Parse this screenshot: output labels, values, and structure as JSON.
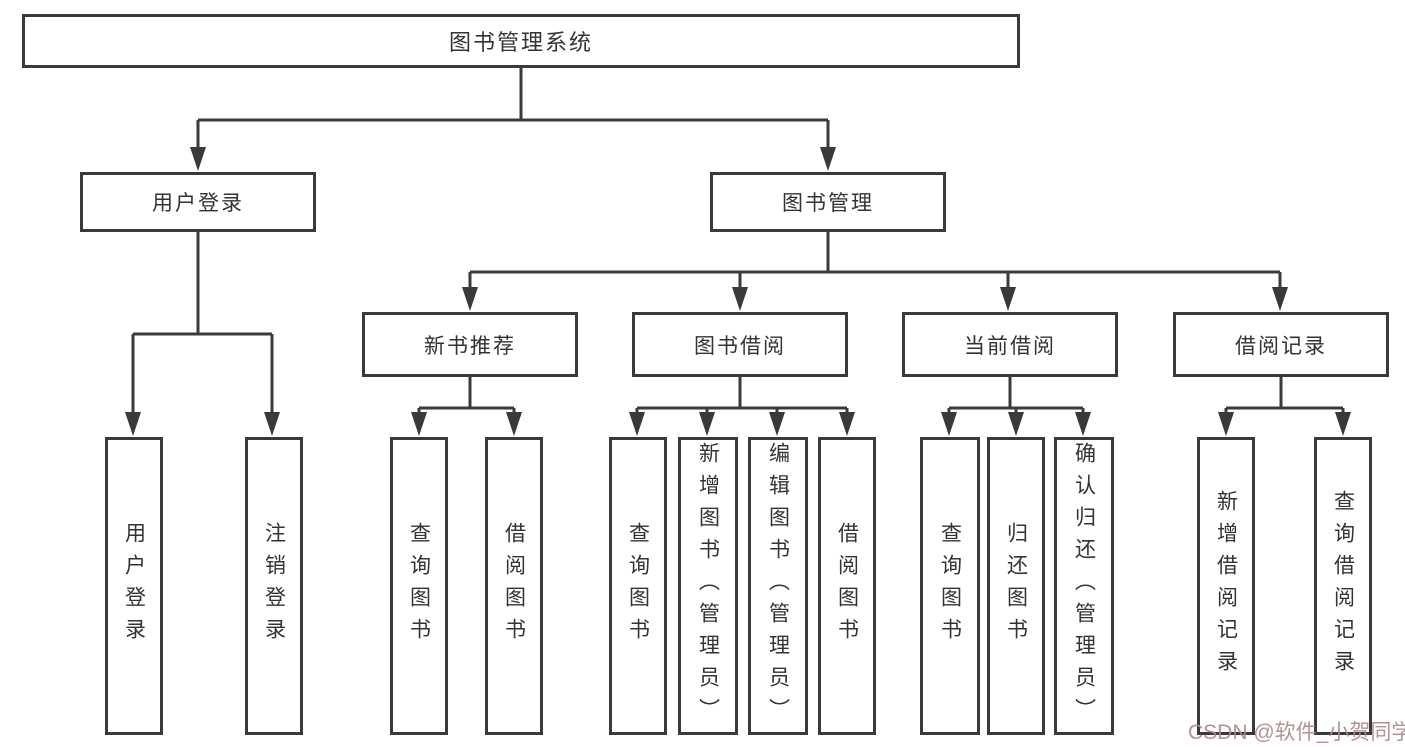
{
  "diagram": {
    "title": "图书管理系统",
    "branches": [
      {
        "label": "用户登录",
        "children": [
          {
            "label": "用户登录"
          },
          {
            "label": "注销登录"
          }
        ]
      },
      {
        "label": "图书管理",
        "children": [
          {
            "label": "新书推荐",
            "children": [
              {
                "label": "查询图书"
              },
              {
                "label": "借阅图书"
              }
            ]
          },
          {
            "label": "图书借阅",
            "children": [
              {
                "label": "查询图书"
              },
              {
                "label": "新增图书（管理员）"
              },
              {
                "label": "编辑图书（管理员）"
              },
              {
                "label": "借阅图书"
              }
            ]
          },
          {
            "label": "当前借阅",
            "children": [
              {
                "label": "查询图书"
              },
              {
                "label": "归还图书"
              },
              {
                "label": "确认归还（管理员）"
              }
            ]
          },
          {
            "label": "借阅记录",
            "children": [
              {
                "label": "新增借阅记录"
              },
              {
                "label": "查询借阅记录"
              }
            ]
          }
        ]
      }
    ]
  },
  "watermark": {
    "text": "CSDN @软件_小贺同学",
    "color": "#b0888c"
  },
  "colors": {
    "line": "#3a3a3a",
    "text": "#333333",
    "background": "#ffffff"
  }
}
